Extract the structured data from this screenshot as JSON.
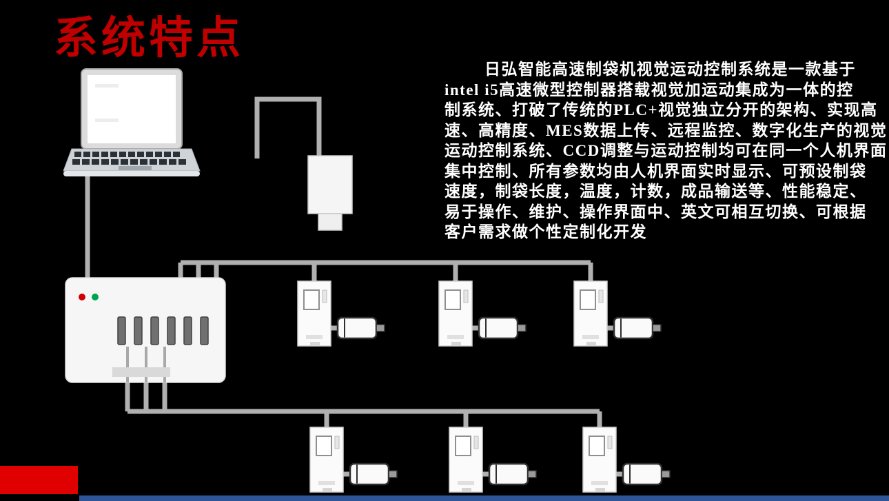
{
  "title": "系统特点",
  "paragraph": {
    "lines": [
      "日弘智能高速制袋机视觉运动控制系统是一款基于",
      "intel i5高速微型控制器搭载视觉加运动集成为一体的控",
      "制系统、打破了传统的PLC+视觉独立分开的架构、实现高",
      "速、高精度、MES数据上传、远程监控、数字化生产的视觉",
      "运动控制系统、CCD调整与运动控制均可在同一个人机界面",
      "集中控制、所有参数均由人机界面实时显示、可预设制袋",
      "速度，制袋长度，温度，计数，成品输送等、性能稳定、",
      "易于操作、维护、操作界面中、英文可相互切换、可根据",
      "客户需求做个性定制化开发"
    ]
  },
  "colors": {
    "background": "#000000",
    "title": "#c00000",
    "body_text": "#ffffff",
    "cable_gray": "#b0b0b0",
    "accent_red_block": "#e00000",
    "footer_blue_bar": "#2e5597",
    "led_red": "#d00000",
    "led_green": "#00a550"
  },
  "diagram": {
    "components": [
      {
        "icon": "laptop-icon",
        "count": 1
      },
      {
        "icon": "ccd-camera-icon",
        "count": 1
      },
      {
        "icon": "motion-controller-icon",
        "count": 1
      },
      {
        "icon": "servo-drive-icon",
        "count": 6
      },
      {
        "icon": "servo-motor-icon",
        "count": 6
      }
    ]
  }
}
